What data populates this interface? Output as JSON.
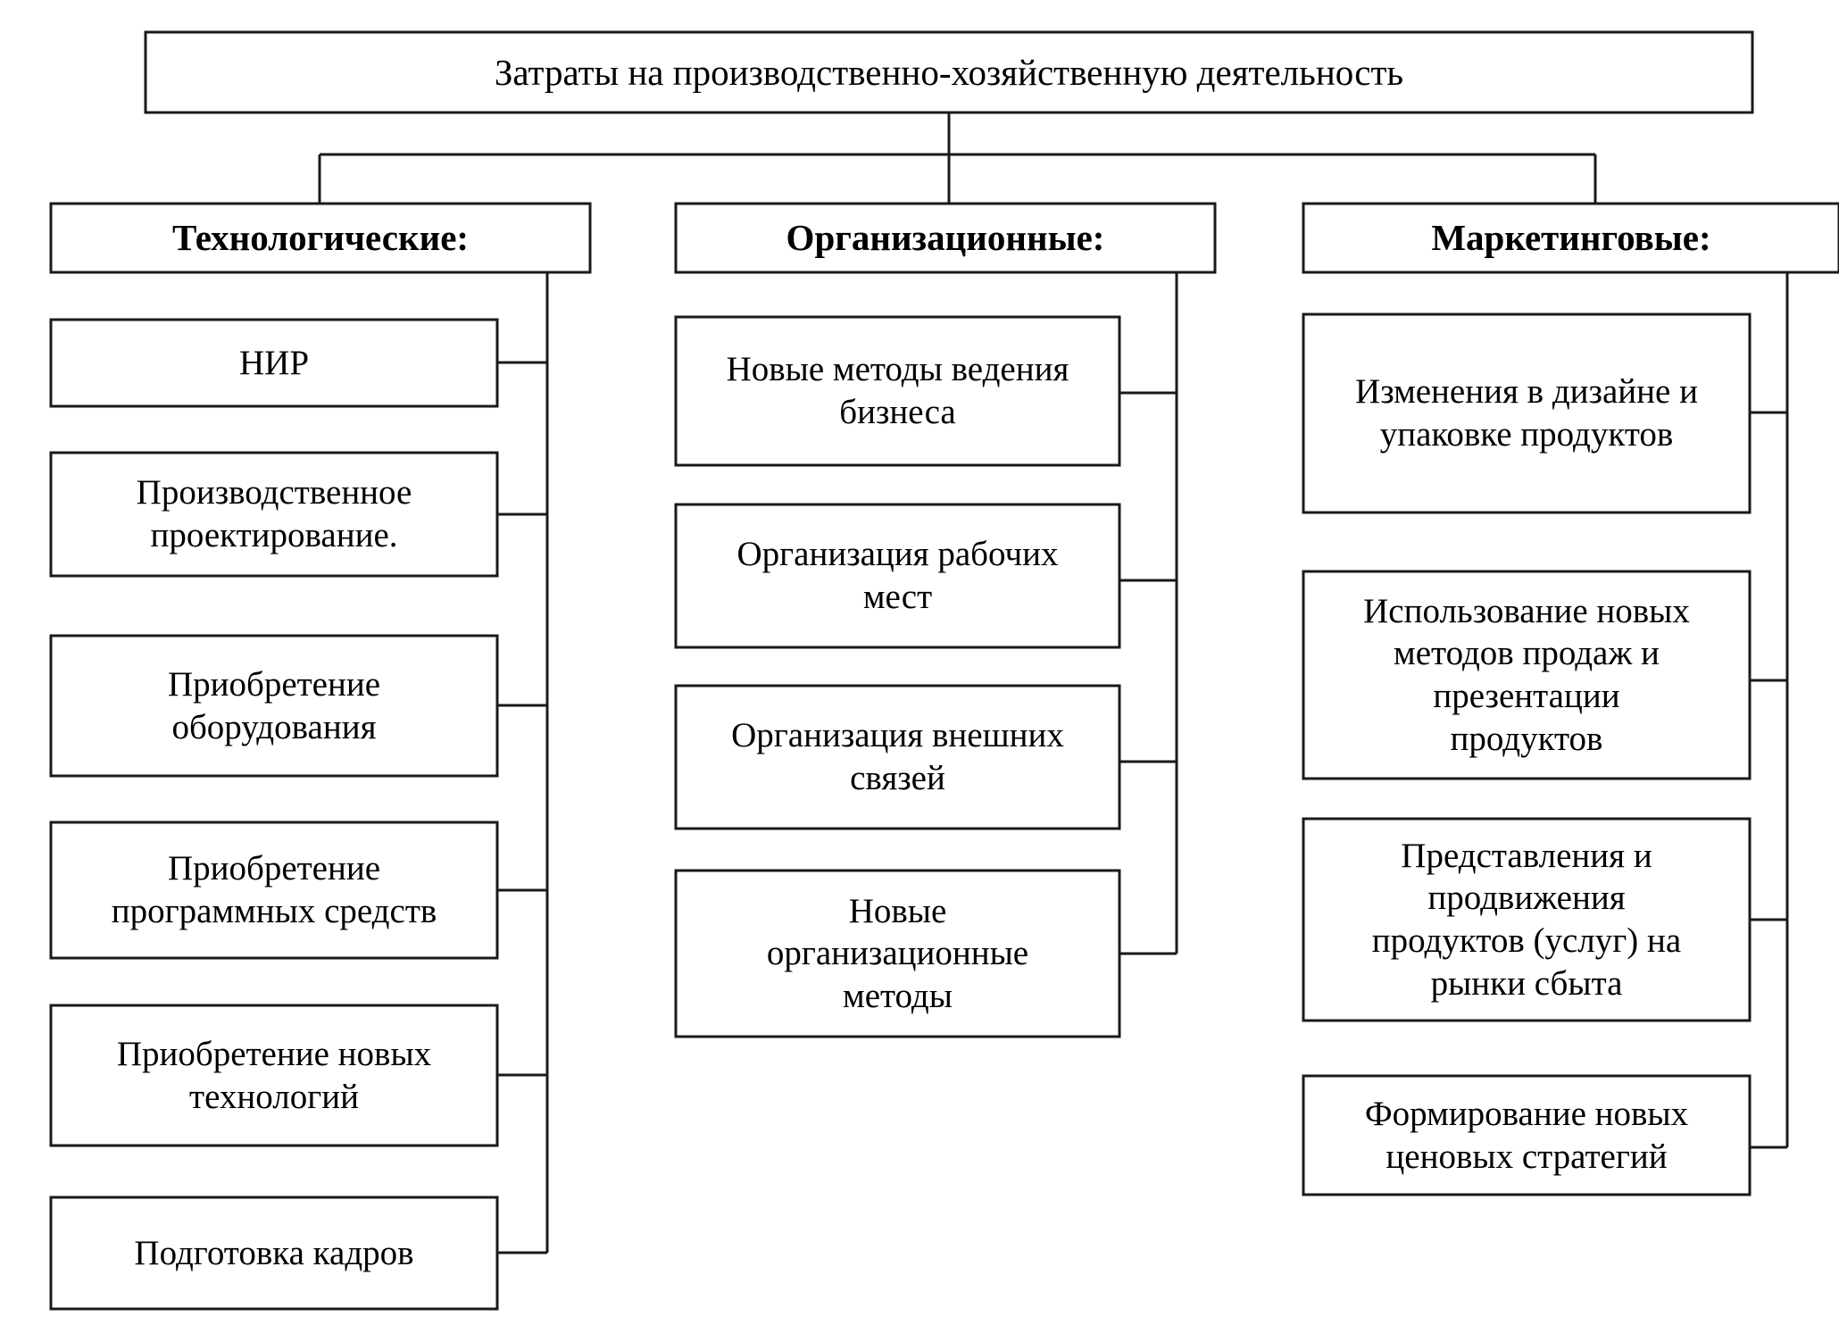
{
  "diagram": {
    "title": "Затраты на производственно-хозяйственную деятельность",
    "root": {
      "label": "Затраты на производственно-хозяйственную деятельность"
    },
    "columns": [
      {
        "id": "technological",
        "header": "Технологические:",
        "items": [
          {
            "label": "НИР"
          },
          {
            "label": "Производственное\nпроектирование."
          },
          {
            "label": "Приобретение\nоборудования"
          },
          {
            "label": "Приобретение\nпрограммных средств"
          },
          {
            "label": "Приобретение новых\nтехнологий"
          },
          {
            "label": "Подготовка кадров"
          }
        ]
      },
      {
        "id": "organizational",
        "header": "Организационные:",
        "items": [
          {
            "label": "Новые методы ведения\nбизнеса"
          },
          {
            "label": "Организация рабочих\nмест"
          },
          {
            "label": "Организация внешних\nсвязей"
          },
          {
            "label": "Новые\nорганизационные\nметоды"
          }
        ]
      },
      {
        "id": "marketing",
        "header": "Маркетинговые:",
        "items": [
          {
            "label": "Изменения в дизайне и\nупаковке продуктов"
          },
          {
            "label": "Использование новых\nметодов продаж и\nпрезентации\nпродуктов"
          },
          {
            "label": "Представления и\nпродвижения\nпродуктов (услуг) на\nрынки сбыта"
          },
          {
            "label": "Формирование новых\nценовых стратегий"
          }
        ]
      }
    ],
    "style": {
      "line_color": "#1a1a1a",
      "box_fill": "#ffffff",
      "text_color": "#000000",
      "background": "#ffffff"
    }
  }
}
